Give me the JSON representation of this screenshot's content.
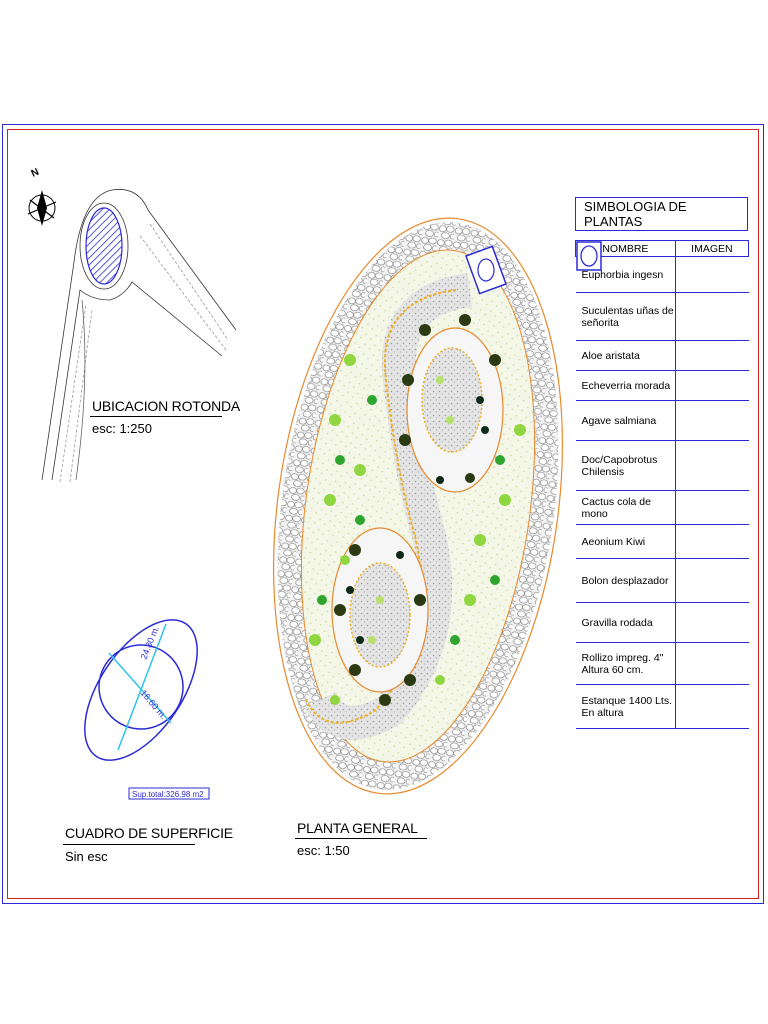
{
  "north": {
    "label": "N"
  },
  "location": {
    "title": "UBICACION ROTONDA",
    "scale": "esc: 1:250"
  },
  "surface": {
    "title": "CUADRO DE SUPERFICIE",
    "scale": "Sin esc",
    "dim_long": "24.30 m.",
    "dim_short": "16.60 m.",
    "total": "Sup.total:326.98 m2"
  },
  "plan": {
    "title": "PLANTA  GENERAL",
    "scale": "esc: 1:50"
  },
  "legend": {
    "title": "SIMBOLOGIA  DE PLANTAS",
    "col_name": "NOMBRE",
    "col_image": "IMAGEN",
    "items": [
      {
        "name": "Euphorbia ingesn",
        "icon": "euphorbia-icon",
        "color": "#2fa52f"
      },
      {
        "name": "Suculentas uñas de señorita",
        "icon": "succulent-star-icon",
        "color": "#2b3a12"
      },
      {
        "name": "Aloe aristata",
        "icon": "aloe-dot-icon",
        "color": "#1c8a2a"
      },
      {
        "name": "Echeverria morada",
        "icon": "echeveria-icon",
        "color": "#0f2a18"
      },
      {
        "name": "Agave salmiana",
        "icon": "agave-icon",
        "color": "#7ad13a"
      },
      {
        "name": "Doc/Capobrotus Chilensis",
        "icon": "carpobrotus-icon",
        "color": "#b39a2a"
      },
      {
        "name": "Cactus cola de mono",
        "icon": "cactus-icon",
        "color": "#178c3a"
      },
      {
        "name": "Aeonium Kiwi",
        "icon": "aeonium-icon",
        "color": "#8fd640"
      },
      {
        "name": "Bolon desplazador",
        "icon": "boulder-texture-icon",
        "color": "#555555"
      },
      {
        "name": "Gravilla rodada",
        "icon": "gravel-texture-icon",
        "color": "#999999"
      },
      {
        "name": "Rollizo impreg. 4\" Altura 60 cm.",
        "icon": "log-ring-icon",
        "color": "#f0b020"
      },
      {
        "name": "Estanque 1400 Lts. En altura",
        "icon": "pond-icon",
        "color": "#2b2bd6"
      }
    ]
  }
}
